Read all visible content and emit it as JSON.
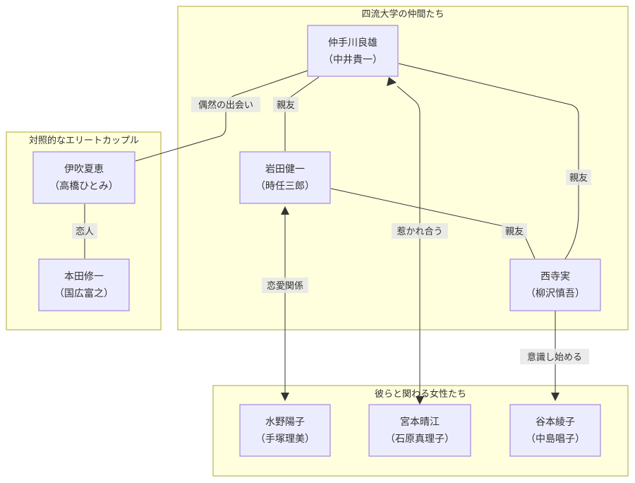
{
  "clusters": {
    "university": "四流大学の仲間たち",
    "couple": "対照的なエリートカップル",
    "women": "彼らと関わる女性たち"
  },
  "nodes": {
    "nakate": {
      "name": "仲手川良雄",
      "actor": "（中井貴一）"
    },
    "iwata": {
      "name": "岩田健一",
      "actor": "（時任三郎）"
    },
    "nishidera": {
      "name": "西寺実",
      "actor": "（柳沢慎吾）"
    },
    "ibuki": {
      "name": "伊吹夏恵",
      "actor": "（高橋ひとみ）"
    },
    "honda": {
      "name": "本田修一",
      "actor": "（国広富之）"
    },
    "mizuno": {
      "name": "水野陽子",
      "actor": "（手塚理美）"
    },
    "miyamoto": {
      "name": "宮本晴江",
      "actor": "（石原真理子）"
    },
    "tanimoto": {
      "name": "谷本綾子",
      "actor": "（中島唱子）"
    }
  },
  "edges": {
    "nakate_iwata": "親友",
    "nakate_nishidera": "親友",
    "iwata_nishidera": "親友",
    "nakate_ibuki": "偶然の出会い",
    "ibuki_honda": "恋人",
    "iwata_mizuno": "恋愛関係",
    "nakate_miyamoto": "惹かれ合う",
    "nishidera_tanimoto": "意識し始める"
  },
  "colors": {
    "cluster_fill": "#ffffde",
    "cluster_stroke": "#aaaa33",
    "node_fill": "#ececff",
    "node_stroke": "#9370db",
    "edge": "#333333",
    "edge_label_bg": "#e8e8e8"
  }
}
